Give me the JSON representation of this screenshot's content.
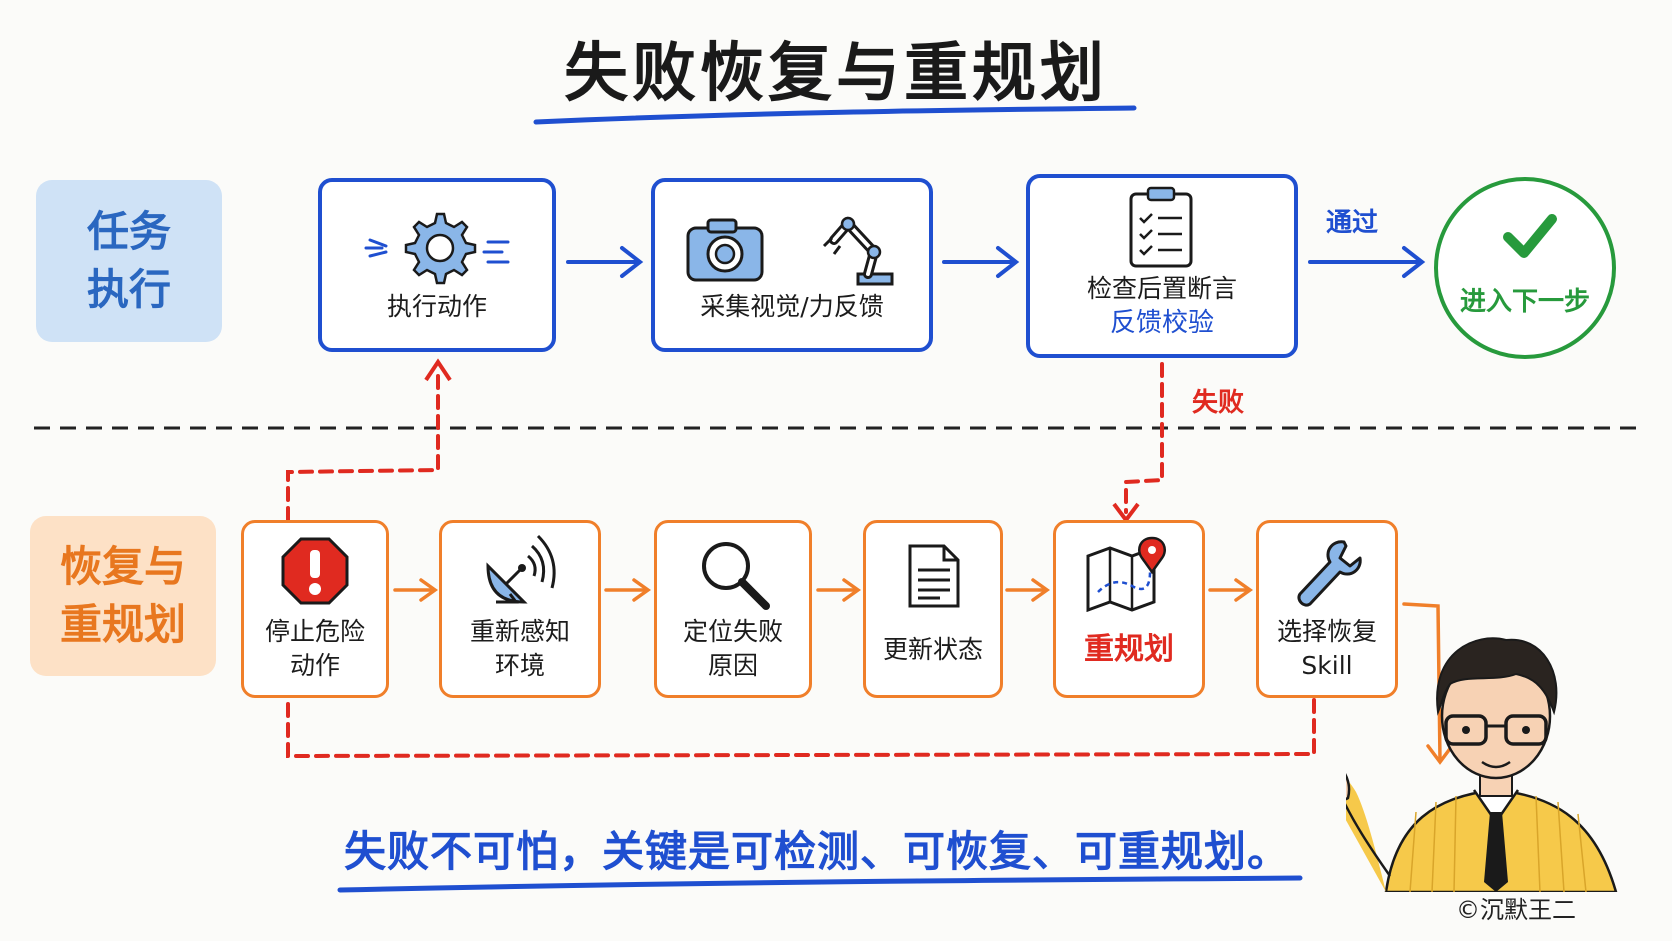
{
  "title": "失败恢复与重规划",
  "lanes": {
    "execution": [
      "任务",
      "执行"
    ],
    "recovery": [
      "恢复与",
      "重规划"
    ]
  },
  "execution_steps": [
    {
      "label": "执行动作",
      "icon": "gear-icon"
    },
    {
      "label": "采集视觉/力反馈",
      "icon": "camera-robot-arm-icon"
    },
    {
      "label": "检查后置断言",
      "sublabel": "反馈校验",
      "icon": "clipboard-checklist-icon"
    }
  ],
  "pass_label": "通过",
  "fail_label": "失败",
  "goal_label": "进入下一步",
  "recovery_steps": [
    {
      "label": [
        "停止危险",
        "动作"
      ],
      "icon": "stop-sign-icon"
    },
    {
      "label": [
        "重新感知",
        "环境"
      ],
      "icon": "satellite-dish-icon"
    },
    {
      "label": [
        "定位失败",
        "原因"
      ],
      "icon": "magnifier-icon"
    },
    {
      "label": [
        "更新状态"
      ],
      "icon": "document-icon"
    },
    {
      "label": [
        "重规划"
      ],
      "icon": "map-pin-icon",
      "highlight": true
    },
    {
      "label": [
        "选择恢复",
        "Skill"
      ],
      "icon": "wrench-icon"
    }
  ],
  "footer_text": "失败不可怕，关键是可检测、可恢复、可重规划。",
  "credit": "©沉默王二",
  "colors": {
    "blue": "#1f4fd0",
    "orange": "#f07f2a",
    "red": "#e02a20",
    "green": "#279a3c"
  }
}
